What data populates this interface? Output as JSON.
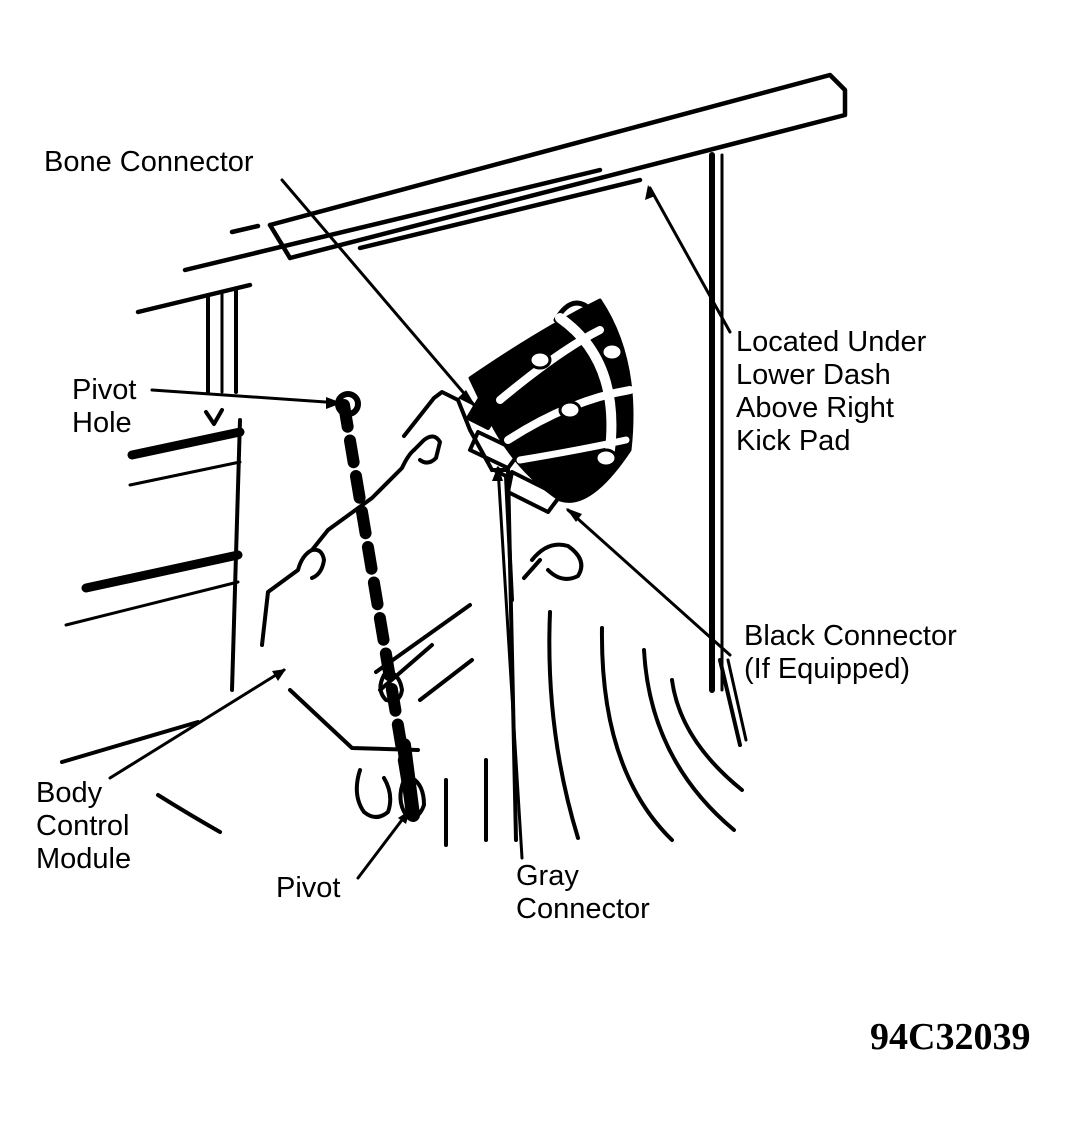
{
  "labels": {
    "bone_connector": "Bone Connector",
    "pivot_hole": "Pivot\nHole",
    "location_note": "Located Under\nLower Dash\nAbove Right\nKick Pad",
    "black_connector": "Black Connector\n(If Equipped)",
    "body_control_module": "Body\nControl\nModule",
    "pivot": "Pivot",
    "gray_connector": "Gray\nConnector"
  },
  "figure_id": "94C32039",
  "colors": {
    "ink": "#000000",
    "paper": "#ffffff"
  }
}
